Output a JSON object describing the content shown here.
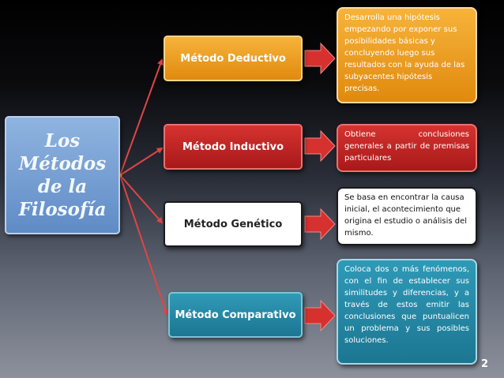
{
  "main_title": "Los Métodos de la Filosofía",
  "methods": [
    {
      "label": "Método Deductivo",
      "description": "Desarrolla una hipótesis empezando por exponer sus posibilidades básicas y concluyendo luego sus resultados con la ayuda de las subyacentes hipótesis precisas."
    },
    {
      "label": "Método Inductivo",
      "description": "Obtiene conclusiones generales a partir de premisas particulares"
    },
    {
      "label": "Método Genético",
      "description": "Se basa en encontrar la causa inicial, el acontecimiento que origina el estudio o análisis del mismo."
    },
    {
      "label": "Método Comparativo",
      "description": "Coloca dos o más fenómenos, con el fin de establecer sus similitudes y diferencias, y a través de estos emitir las conclusiones que puntualicen un problema y sus posibles soluciones."
    }
  ],
  "page_number": "2",
  "colors": {
    "deductivo": "#e99a1f",
    "inductivo": "#c12525",
    "genetico": "#ffffff",
    "comparativo": "#258aa6",
    "arrow": "#d93a3a"
  }
}
